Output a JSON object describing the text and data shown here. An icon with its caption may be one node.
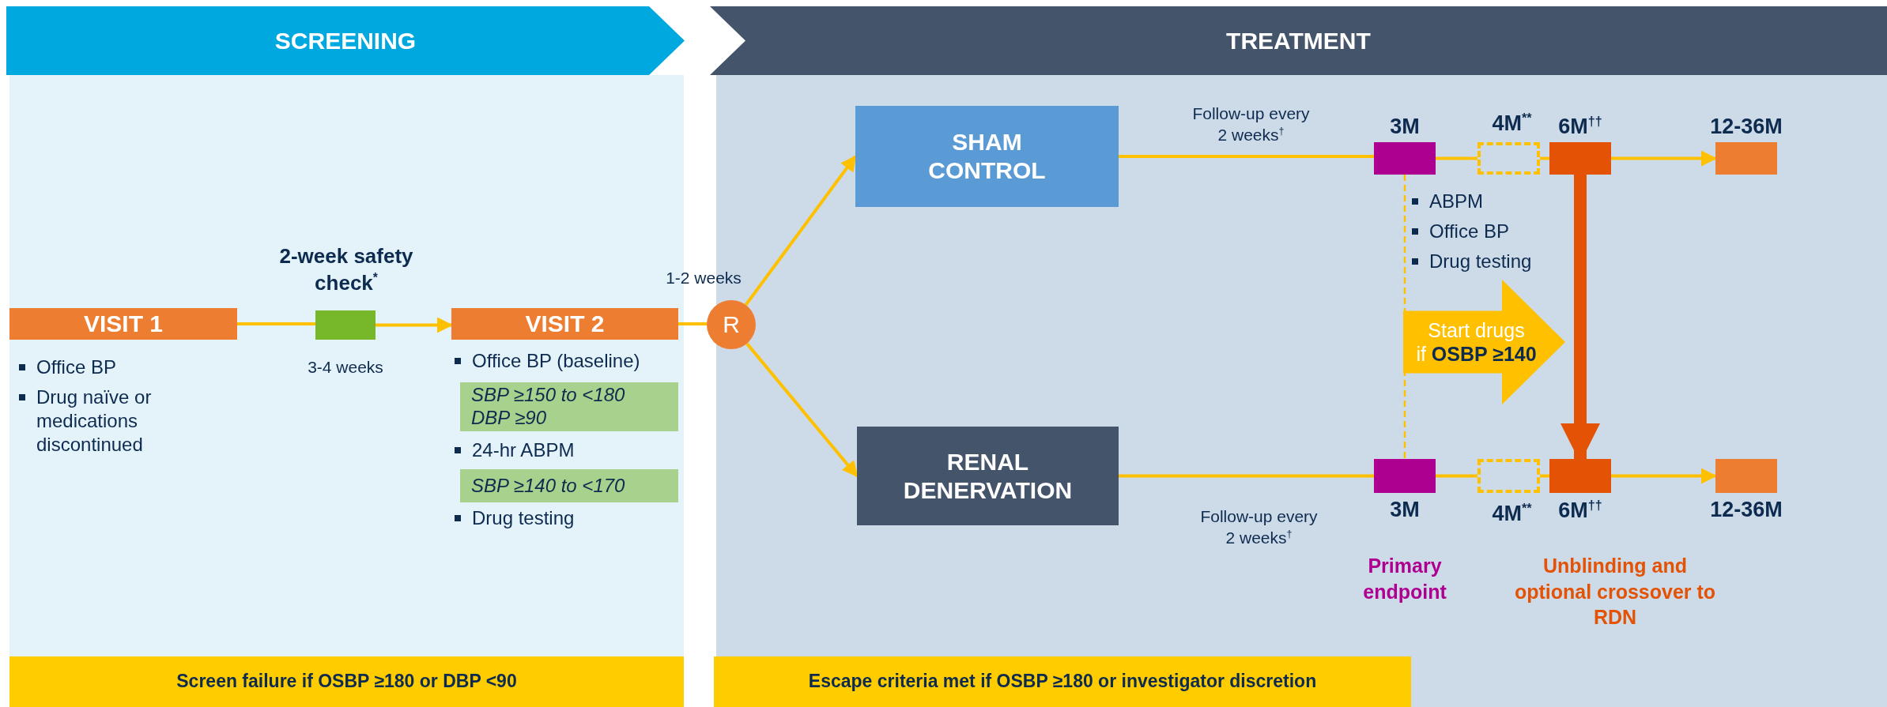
{
  "diagram": {
    "nodes": [
      {
        "text": [
          "SCREENING"
        ]
      },
      {
        "text": [
          "TREATMENT"
        ]
      },
      {
        "text": [
          "VISIT 1"
        ],
        "beside": [
          "Office BP",
          "Drug naïve or medications discontinued"
        ]
      },
      {
        "text": [],
        "shape": "box",
        "beside": [
          "2-week safety check$^{*}$",
          "3-4 weeks"
        ]
      },
      {
        "text": [
          "VISIT 2"
        ],
        "beside": [
          "Office BP (baseline)"
        ]
      },
      {
        "text": [
          "SBP ≥150 to <180 DBP ≥90"
        ]
      },
      {
        "text": [
          "SBP ≥140 to <170"
        ]
      },
      {
        "text": [
          "R"
        ],
        "beside": [
          "1-2 weeks"
        ]
      },
      {
        "text": [
          "SHAM CONTROL"
        ]
      },
      {
        "text": [
          "RENAL DENERVATION"
        ]
      },
      {
        "text": [
          "3M"
        ],
        "beside": [
          "ABPM",
          "Office BP",
          "Drug testing"
        ]
      },
      {
        "text": [
          "4M$^{**}$"
        ]
      },
      {
        "text": [
          "6M$^{††}$"
        ]
      },
      {
        "text": [
          "12-36M"
        ]
      },
      {
        "text": [
          "3M"
        ],
        "beside": [
          "Primary endpoint"
        ]
      },
      {
        "text": [
          "4M$^{**}$"
        ]
      },
      {
        "text": [
          "6M$^{††}$"
        ],
        "beside": [
          "Unblinding and optional crossover to RDN"
        ]
      },
      {
        "text": [
          "12-36M"
        ]
      },
      {
        "text": [
          "Start drugs",
          "if **OSBP ≥140**"
        ]
      },
      {
        "text": [
          "Screen failure if OSBP ≥180 or DBP <90"
        ]
      },
      {
        "text": [
          "Escape criteria met if OSBP ≥180 or investigator discretion"
        ]
      }
    ],
    "edges": [
      {
        "from": 2,
        "to": 3,
        "arrow": "none"
      },
      {
        "from": 3,
        "to": 4,
        "arrow": "to"
      },
      {
        "from": 4,
        "to": 7,
        "arrow": "none"
      },
      {
        "from": 7,
        "to": 8,
        "arrow": "to"
      },
      {
        "from": 7,
        "to": 9,
        "arrow": "to"
      },
      {
        "from": 8,
        "to": 10,
        "arrow": "none",
        "label": "Follow-up every 2 weeks$^{†}$"
      },
      {
        "from": 10,
        "to": 11,
        "arrow": "none"
      },
      {
        "from": 11,
        "to": 12,
        "arrow": "none"
      },
      {
        "from": 12,
        "to": 13,
        "arrow": "to"
      },
      {
        "from": 9,
        "to": 14,
        "arrow": "none",
        "label": "Follow-up every 2 weeks$^{†}$"
      },
      {
        "from": 14,
        "to": 15,
        "arrow": "none"
      },
      {
        "from": 15,
        "to": 16,
        "arrow": "none"
      },
      {
        "from": 16,
        "to": 17,
        "arrow": "to"
      },
      {
        "from": 10,
        "to": 14,
        "arrow": "none",
        "style": "dashed"
      },
      {
        "from": 12,
        "to": 16,
        "arrow": "to",
        "style": "thick",
        "color": "#e35205"
      }
    ],
    "labels": [
      "24-hr ABPM",
      "Drug testing"
    ]
  }
}
